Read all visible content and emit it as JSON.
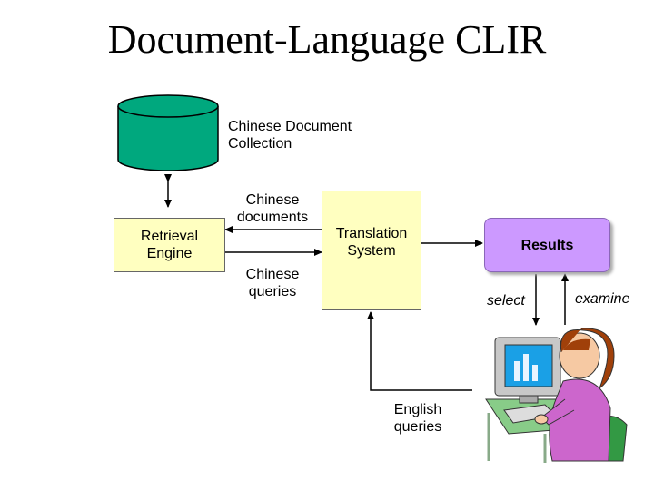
{
  "title": "Document-Language CLIR",
  "collection_label": [
    "Chinese Document",
    "Collection"
  ],
  "edges": {
    "documents": [
      "Chinese",
      "documents"
    ],
    "queries": [
      "Chinese",
      "queries"
    ],
    "english": [
      "English",
      "queries"
    ],
    "select": "select",
    "examine": "examine"
  },
  "nodes": {
    "retrieval": [
      "Retrieval",
      "Engine"
    ],
    "translation": [
      "Translation",
      "System"
    ],
    "results": "Results"
  },
  "colors": {
    "database": "#00a87e",
    "process_box": "#ffffc0",
    "results": "#cc99ff"
  }
}
